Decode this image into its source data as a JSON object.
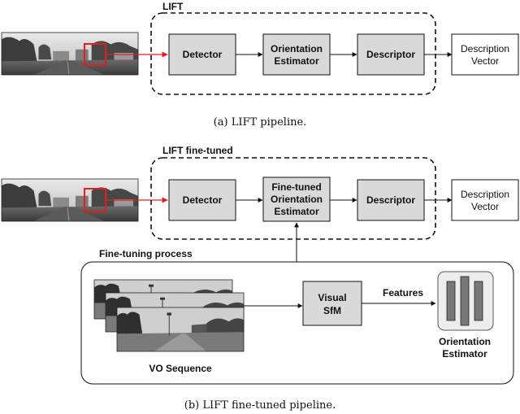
{
  "pipeline_a": {
    "group_label": "LIFT",
    "detector": "Detector",
    "orientation_line1": "Orientation",
    "orientation_line2": "Estimator",
    "descriptor": "Descriptor",
    "output_line1": "Description",
    "output_line2": "Vector",
    "caption": "(a) LIFT pipeline."
  },
  "pipeline_b": {
    "group_label": "LIFT fine-tuned",
    "detector": "Detector",
    "orientation_line1": "Fine-tuned",
    "orientation_line2": "Orientation",
    "orientation_line3": "Estimator",
    "descriptor": "Descriptor",
    "output_line1": "Description",
    "output_line2": "Vector",
    "caption": "(b) LIFT fine-tuned pipeline."
  },
  "finetune": {
    "group_label": "Fine-tuning process",
    "sequence_label": "VO Sequence",
    "sfm_line1": "Visual",
    "sfm_line2": "SfM",
    "features_label": "Features",
    "estimator_line1": "Orientation",
    "estimator_line2": "Estimator"
  },
  "colors": {
    "box_fill": "#d9d9d9",
    "highlight": "#e02020",
    "stroke": "#111111"
  }
}
